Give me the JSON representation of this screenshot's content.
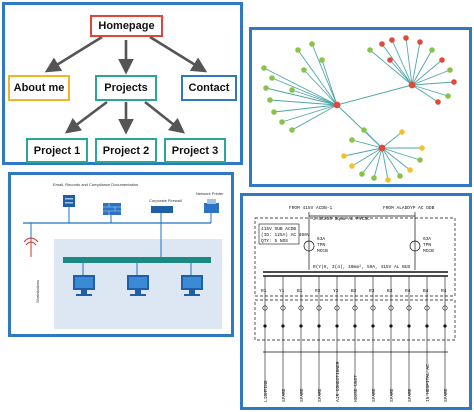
{
  "sitemap": {
    "nodes": {
      "home": "Homepage",
      "about": "About me",
      "projects": "Projects",
      "contact": "Contact",
      "p1": "Project 1",
      "p2": "Project 2",
      "p3": "Project 3"
    },
    "colors": {
      "home": "#e0453a",
      "about": "#f0b429",
      "projects": "#2aa79b",
      "contact": "#2f78c4",
      "child": "#2aa79b",
      "arrow": "#555555"
    }
  },
  "network_graph": {
    "colors": {
      "edge": "#4fa6a8",
      "green": "#8bc34a",
      "red": "#e04a3a",
      "yellow": "#f2c12e",
      "hub": "#e04a3a"
    }
  },
  "network_diagram": {
    "labels": {
      "server": "Email, Records and Compliance Documentation",
      "firewall_label": "Corporate Firewall",
      "printer": "Network Printer",
      "workstations": "Workstations"
    }
  },
  "schematic": {
    "top_left": "FROM 415V ACDB-1",
    "top_right": "FROM ALADDYP AC DDB",
    "cable": "3.5CX35 Sqmm AL PVCSC",
    "title_lines": [
      "415V SUB ACDB",
      "(ID: 125A) AC 400V",
      "QTY: 5 NOS"
    ],
    "left_breaker": [
      "63A",
      "TPN",
      "MCCB"
    ],
    "right_breaker": [
      "63A",
      "TPN",
      "MCCB"
    ],
    "bus": "R(Y)H, 3(4), 10mm², 50A, 415V AL BUS",
    "outgoing": [
      "R1",
      "Y1",
      "B1",
      "R2",
      "Y2",
      "B2",
      "R3",
      "B3",
      "R4",
      "B4",
      "R4"
    ],
    "bottom": [
      "LIGHTING",
      "SPARE",
      "SPARE",
      "SPARE",
      "AIR CONDITIONER",
      "HOUSE UNIT",
      "SPARE",
      "SPARE",
      "SPARE",
      "IN HOSPITAL AC",
      "SPARE"
    ]
  }
}
